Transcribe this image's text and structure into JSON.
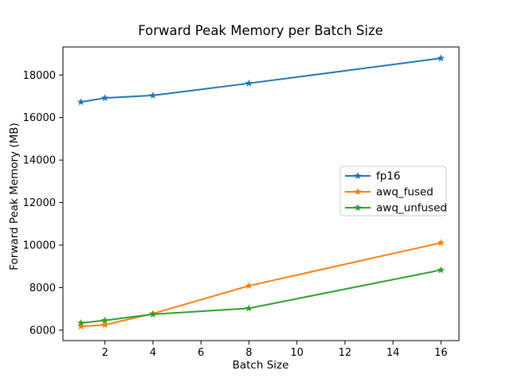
{
  "chart_data": {
    "type": "line",
    "title": "Forward Peak Memory per Batch Size",
    "xlabel": "Batch Size",
    "ylabel": "Forward Peak Memory (MB)",
    "x": [
      1,
      2,
      4,
      8,
      16
    ],
    "series": [
      {
        "name": "fp16",
        "color": "#1f77b4",
        "values": [
          16730,
          16920,
          17040,
          17610,
          18790
        ]
      },
      {
        "name": "awq_fused",
        "color": "#ff7f0e",
        "values": [
          6180,
          6250,
          6780,
          8090,
          10110
        ]
      },
      {
        "name": "awq_unfused",
        "color": "#2ca02c",
        "values": [
          6340,
          6460,
          6750,
          7030,
          8830
        ]
      }
    ],
    "marker": "star",
    "xticks": [
      2,
      4,
      6,
      8,
      10,
      12,
      14,
      16
    ],
    "yticks": [
      6000,
      8000,
      10000,
      12000,
      14000,
      16000,
      18000
    ],
    "xlim": [
      0.25,
      16.75
    ],
    "ylim": [
      5510,
      19320
    ],
    "grid": false,
    "legend": {
      "position": "center-right",
      "entries": [
        "fp16",
        "awq_fused",
        "awq_unfused"
      ],
      "border_color": "#cccccc",
      "background": "#ffffff"
    },
    "spine_color": "#000000",
    "background_color": "#ffffff"
  }
}
